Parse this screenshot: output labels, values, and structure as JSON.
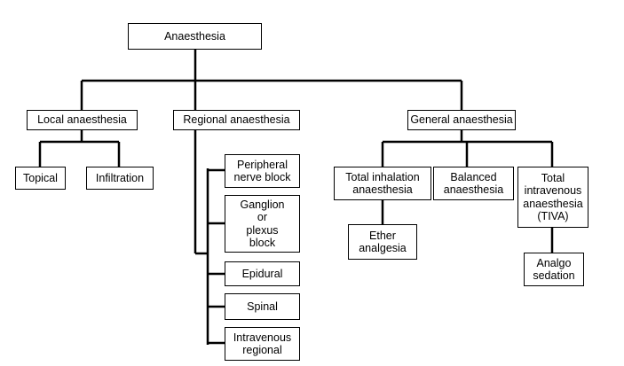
{
  "nodes": {
    "anaesthesia": "Anaesthesia",
    "local": "Local anaesthesia",
    "regional": "Regional anaesthesia",
    "general": "General anaesthesia",
    "topical": "Topical",
    "infiltration": "Infiltration",
    "peripheral": "Peripheral\nnerve block",
    "ganglion": "Ganglion\nor\nplexus\nblock",
    "epidural": "Epidural",
    "spinal": "Spinal",
    "iv_regional": "Intravenous\nregional",
    "total_inhalation": "Total inhalation\nanaesthesia",
    "balanced": "Balanced\nanaesthesia",
    "tiva": "Total\nintravenous\nanaesthesia\n(TIVA)",
    "ether": "Ether\nanalgesia",
    "analgo": "Analgo\nsedation"
  }
}
